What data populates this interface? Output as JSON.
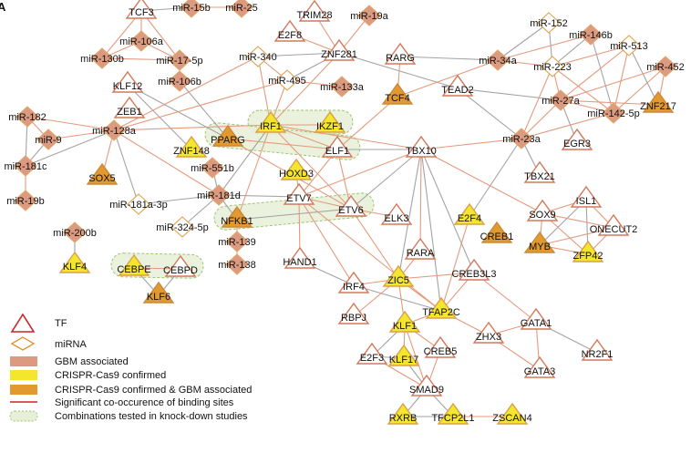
{
  "panel_label": "A",
  "colors": {
    "gbm": "#dc9a80",
    "crispr": "#f4e62c",
    "both": "#e2992f",
    "tf_stroke": "#d3785a",
    "mirna_stroke": "#e0a24a",
    "edge_significant": "#e49a7c",
    "edge_other": "#a3a3a3",
    "group_fill": "#e6f0d8",
    "group_stroke": "#9cc46e"
  },
  "nodes": [
    {
      "name": "TCF3",
      "type": "TF",
      "status": "none"
    },
    {
      "name": "miR-15b",
      "type": "miRNA",
      "status": "gbm"
    },
    {
      "name": "miR-25",
      "type": "miRNA",
      "status": "gbm"
    },
    {
      "name": "TRIM28",
      "type": "TF",
      "status": "none"
    },
    {
      "name": "miR-19a",
      "type": "miRNA",
      "status": "gbm"
    },
    {
      "name": "E2F8",
      "type": "TF",
      "status": "none"
    },
    {
      "name": "ZNF281",
      "type": "TF",
      "status": "none"
    },
    {
      "name": "miR-106a",
      "type": "miRNA",
      "status": "gbm"
    },
    {
      "name": "miR-130b",
      "type": "miRNA",
      "status": "gbm"
    },
    {
      "name": "miR-17-5p",
      "type": "miRNA",
      "status": "gbm"
    },
    {
      "name": "miR-340",
      "type": "miRNA",
      "status": "none"
    },
    {
      "name": "miR-106b",
      "type": "miRNA",
      "status": "gbm"
    },
    {
      "name": "miR-495",
      "type": "miRNA",
      "status": "none"
    },
    {
      "name": "miR-133a",
      "type": "miRNA",
      "status": "gbm"
    },
    {
      "name": "KLF12",
      "type": "TF",
      "status": "none"
    },
    {
      "name": "ZEB1",
      "type": "TF",
      "status": "none"
    },
    {
      "name": "miR-182",
      "type": "miRNA",
      "status": "gbm"
    },
    {
      "name": "miR-128a",
      "type": "miRNA",
      "status": "gbm"
    },
    {
      "name": "miR-9",
      "type": "miRNA",
      "status": "gbm"
    },
    {
      "name": "miR-181c",
      "type": "miRNA",
      "status": "gbm"
    },
    {
      "name": "SOX5",
      "type": "TF",
      "status": "both"
    },
    {
      "name": "miR-19b",
      "type": "miRNA",
      "status": "gbm"
    },
    {
      "name": "ZNF148",
      "type": "TF",
      "status": "crispr"
    },
    {
      "name": "PPARG",
      "type": "TF",
      "status": "both"
    },
    {
      "name": "IRF1",
      "type": "TF",
      "status": "crispr"
    },
    {
      "name": "IKZF1",
      "type": "TF",
      "status": "crispr"
    },
    {
      "name": "ELF1",
      "type": "TF",
      "status": "none"
    },
    {
      "name": "HOXD3",
      "type": "TF",
      "status": "crispr"
    },
    {
      "name": "miR-551b",
      "type": "miRNA",
      "status": "gbm"
    },
    {
      "name": "miR-181d",
      "type": "miRNA",
      "status": "gbm"
    },
    {
      "name": "ETV7",
      "type": "TF",
      "status": "none"
    },
    {
      "name": "miR-181a-3p",
      "type": "miRNA",
      "status": "none"
    },
    {
      "name": "NFKB1",
      "type": "TF",
      "status": "both"
    },
    {
      "name": "ETV6",
      "type": "TF",
      "status": "none"
    },
    {
      "name": "miR-324-5p",
      "type": "miRNA",
      "status": "none"
    },
    {
      "name": "ELK3",
      "type": "TF",
      "status": "none"
    },
    {
      "name": "miR-139",
      "type": "miRNA",
      "status": "gbm"
    },
    {
      "name": "miR-138",
      "type": "miRNA",
      "status": "gbm"
    },
    {
      "name": "HAND1",
      "type": "TF",
      "status": "none"
    },
    {
      "name": "miR-200b",
      "type": "miRNA",
      "status": "gbm"
    },
    {
      "name": "KLF4",
      "type": "TF",
      "status": "crispr"
    },
    {
      "name": "CEBPE",
      "type": "TF",
      "status": "crispr"
    },
    {
      "name": "CEBPD",
      "type": "TF",
      "status": "none"
    },
    {
      "name": "KLF6",
      "type": "TF",
      "status": "both"
    },
    {
      "name": "RARG",
      "type": "TF",
      "status": "none"
    },
    {
      "name": "TCF4",
      "type": "TF",
      "status": "both"
    },
    {
      "name": "miR-34a",
      "type": "miRNA",
      "status": "gbm"
    },
    {
      "name": "miR-152",
      "type": "miRNA",
      "status": "none"
    },
    {
      "name": "miR-146b",
      "type": "miRNA",
      "status": "gbm"
    },
    {
      "name": "miR-513",
      "type": "miRNA",
      "status": "none"
    },
    {
      "name": "miR-223",
      "type": "miRNA",
      "status": "none"
    },
    {
      "name": "miR-452",
      "type": "miRNA",
      "status": "gbm"
    },
    {
      "name": "TEAD2",
      "type": "TF",
      "status": "none"
    },
    {
      "name": "miR-27a",
      "type": "miRNA",
      "status": "gbm"
    },
    {
      "name": "miR-142-5p",
      "type": "miRNA",
      "status": "gbm"
    },
    {
      "name": "ZNF217",
      "type": "TF",
      "status": "both"
    },
    {
      "name": "miR-23a",
      "type": "miRNA",
      "status": "gbm"
    },
    {
      "name": "EGR3",
      "type": "TF",
      "status": "none"
    },
    {
      "name": "TBX10",
      "type": "TF",
      "status": "none"
    },
    {
      "name": "TBX21",
      "type": "TF",
      "status": "none"
    },
    {
      "name": "SOX9",
      "type": "TF",
      "status": "none"
    },
    {
      "name": "ISL1",
      "type": "TF",
      "status": "none"
    },
    {
      "name": "ONECUT2",
      "type": "TF",
      "status": "none"
    },
    {
      "name": "E2F4",
      "type": "TF",
      "status": "crispr"
    },
    {
      "name": "CREB1",
      "type": "TF",
      "status": "both"
    },
    {
      "name": "MYB",
      "type": "TF",
      "status": "both"
    },
    {
      "name": "ZFP42",
      "type": "TF",
      "status": "crispr"
    },
    {
      "name": "RARA",
      "type": "TF",
      "status": "none"
    },
    {
      "name": "ZIC5",
      "type": "TF",
      "status": "crispr"
    },
    {
      "name": "CREB3L3",
      "type": "TF",
      "status": "none"
    },
    {
      "name": "IRF4",
      "type": "TF",
      "status": "none"
    },
    {
      "name": "TFAP2C",
      "type": "TF",
      "status": "crispr"
    },
    {
      "name": "RBPJ",
      "type": "TF",
      "status": "none"
    },
    {
      "name": "KLF1",
      "type": "TF",
      "status": "crispr"
    },
    {
      "name": "ZHX3",
      "type": "TF",
      "status": "none"
    },
    {
      "name": "GATA1",
      "type": "TF",
      "status": "none"
    },
    {
      "name": "NR2F1",
      "type": "TF",
      "status": "none"
    },
    {
      "name": "CREB5",
      "type": "TF",
      "status": "none"
    },
    {
      "name": "E2F3",
      "type": "TF",
      "status": "none"
    },
    {
      "name": "KLF17",
      "type": "TF",
      "status": "crispr"
    },
    {
      "name": "GATA3",
      "type": "TF",
      "status": "none"
    },
    {
      "name": "SMAD9",
      "type": "TF",
      "status": "none"
    },
    {
      "name": "RXRB",
      "type": "TF",
      "status": "crispr"
    },
    {
      "name": "TFCP2L1",
      "type": "TF",
      "status": "crispr"
    },
    {
      "name": "ZSCAN4",
      "type": "TF",
      "status": "crispr"
    }
  ],
  "edges_significant": [
    [
      "miR-15b",
      "miR-25"
    ],
    [
      "TCF3",
      "miR-106a"
    ],
    [
      "TCF3",
      "miR-130b"
    ],
    [
      "TCF3",
      "miR-17-5p"
    ],
    [
      "miR-106a",
      "miR-130b"
    ],
    [
      "miR-106a",
      "miR-17-5p"
    ],
    [
      "miR-130b",
      "miR-17-5p"
    ],
    [
      "miR-17-5p",
      "miR-106b"
    ],
    [
      "TRIM28",
      "ZNF281"
    ],
    [
      "E2F8",
      "ZNF281"
    ],
    [
      "miR-19a",
      "ZNF281"
    ],
    [
      "miR-340",
      "miR-128a"
    ],
    [
      "miR-340",
      "IRF1"
    ],
    [
      "miR-340",
      "miR-495"
    ],
    [
      "miR-495",
      "miR-128a"
    ],
    [
      "miR-495",
      "IRF1"
    ],
    [
      "miR-495",
      "miR-133a"
    ],
    [
      "ZNF281",
      "IRF1"
    ],
    [
      "miR-128a",
      "IRF1"
    ],
    [
      "miR-128a",
      "miR-182"
    ],
    [
      "miR-128a",
      "miR-9"
    ],
    [
      "miR-128a",
      "SOX5"
    ],
    [
      "miR-128a",
      "miR-181d"
    ],
    [
      "miR-182",
      "miR-9"
    ],
    [
      "miR-181c",
      "miR-19b"
    ],
    [
      "PPARG",
      "ELF1"
    ],
    [
      "PPARG",
      "ETV6"
    ],
    [
      "IRF1",
      "IKZF1"
    ],
    [
      "IRF1",
      "ELF1"
    ],
    [
      "IRF1",
      "NFKB1"
    ],
    [
      "IRF1",
      "ETV6"
    ],
    [
      "IRF1",
      "TBX10"
    ],
    [
      "NFKB1",
      "miR-139"
    ],
    [
      "miR-139",
      "miR-138"
    ],
    [
      "ELF1",
      "ETV7"
    ],
    [
      "ELF1",
      "ETV6"
    ],
    [
      "ELF1",
      "TCF4"
    ],
    [
      "ETV7",
      "HOXD3"
    ],
    [
      "ETV7",
      "TBX10"
    ],
    [
      "ETV7",
      "ETV6"
    ],
    [
      "ETV7",
      "HAND1"
    ],
    [
      "ETV7",
      "IRF4"
    ],
    [
      "ETV7",
      "TFAP2C"
    ],
    [
      "ETV6",
      "ELK3"
    ],
    [
      "ETV6",
      "ZIC5"
    ],
    [
      "CEBPE",
      "CEBPD"
    ],
    [
      "RARG",
      "TCF4"
    ],
    [
      "TCF4",
      "miR-34a"
    ],
    [
      "miR-34a",
      "miR-146b"
    ],
    [
      "miR-34a",
      "miR-223"
    ],
    [
      "miR-513",
      "miR-223"
    ],
    [
      "miR-513",
      "miR-27a"
    ],
    [
      "miR-513",
      "miR-142-5p"
    ],
    [
      "miR-452",
      "miR-27a"
    ],
    [
      "miR-452",
      "ZNF217"
    ],
    [
      "miR-452",
      "miR-142-5p"
    ],
    [
      "miR-223",
      "miR-27a"
    ],
    [
      "miR-223",
      "miR-142-5p"
    ],
    [
      "miR-223",
      "miR-23a"
    ],
    [
      "miR-27a",
      "ZNF217"
    ],
    [
      "miR-27a",
      "miR-142-5p"
    ],
    [
      "miR-27a",
      "miR-23a"
    ],
    [
      "miR-142-5p",
      "miR-23a"
    ],
    [
      "miR-23a",
      "TBX10"
    ],
    [
      "TBX10",
      "SOX9"
    ],
    [
      "TBX10",
      "RARA"
    ],
    [
      "SOX9",
      "ISL1"
    ],
    [
      "SOX9",
      "ONECUT2"
    ],
    [
      "SOX9",
      "MYB"
    ],
    [
      "SOX9",
      "ZFP42"
    ],
    [
      "ISL1",
      "ONECUT2"
    ],
    [
      "ONECUT2",
      "MYB"
    ],
    [
      "ONECUT2",
      "ZFP42"
    ],
    [
      "MYB",
      "ZFP42"
    ],
    [
      "E2F4",
      "TFAP2C"
    ],
    [
      "CREB3L3",
      "ZIC5"
    ],
    [
      "ZIC5",
      "IRF4"
    ],
    [
      "ZIC5",
      "RARA"
    ],
    [
      "ZIC5",
      "RBPJ"
    ],
    [
      "ZIC5",
      "KLF1"
    ],
    [
      "ZIC5",
      "TFAP2C"
    ],
    [
      "CREB3L3",
      "TFAP2C"
    ],
    [
      "CREB3L3",
      "GATA1"
    ],
    [
      "TFAP2C",
      "KLF1"
    ],
    [
      "TFAP2C",
      "ZHX3"
    ],
    [
      "ZHX3",
      "GATA1"
    ],
    [
      "ZHX3",
      "GATA3"
    ],
    [
      "GATA1",
      "GATA3"
    ],
    [
      "KLF1",
      "KLF17"
    ],
    [
      "KLF1",
      "CREB5"
    ],
    [
      "KLF1",
      "SMAD9"
    ],
    [
      "E2F3",
      "SMAD9"
    ],
    [
      "CREB5",
      "SMAD9"
    ],
    [
      "TFCP2L1",
      "ZSCAN4"
    ]
  ],
  "edges_other": [
    [
      "TCF3",
      "miR-15b"
    ],
    [
      "miR-340",
      "ZNF281"
    ],
    [
      "miR-495",
      "ZNF281"
    ],
    [
      "ZNF281",
      "TEAD2"
    ],
    [
      "miR-106b",
      "PPARG"
    ],
    [
      "KLF12",
      "PPARG"
    ],
    [
      "KLF12",
      "ZNF148"
    ],
    [
      "miR-128a",
      "miR-181c"
    ],
    [
      "miR-128a",
      "miR-181a-3p"
    ],
    [
      "miR-182",
      "miR-181c"
    ],
    [
      "miR-9",
      "miR-181c"
    ],
    [
      "IRF1",
      "miR-181d"
    ],
    [
      "miR-551b",
      "miR-181d"
    ],
    [
      "miR-181d",
      "ETV7"
    ],
    [
      "miR-181d",
      "miR-181a-3p"
    ],
    [
      "miR-181d",
      "NFKB1"
    ],
    [
      "miR-181d",
      "miR-324-5p"
    ],
    [
      "NFKB1",
      "ETV6"
    ],
    [
      "ELF1",
      "TBX10"
    ],
    [
      "ETV6",
      "TBX10"
    ],
    [
      "HAND1",
      "IRF4"
    ],
    [
      "miR-200b",
      "KLF4"
    ],
    [
      "CEBPE",
      "KLF6"
    ],
    [
      "CEBPD",
      "KLF6"
    ],
    [
      "RARG",
      "miR-34a"
    ],
    [
      "miR-34a",
      "miR-152"
    ],
    [
      "miR-152",
      "miR-223"
    ],
    [
      "miR-146b",
      "miR-223"
    ],
    [
      "miR-146b",
      "miR-142-5p"
    ],
    [
      "miR-513",
      "ZNF217"
    ],
    [
      "miR-27a",
      "EGR3"
    ],
    [
      "TEAD2",
      "miR-27a"
    ],
    [
      "TEAD2",
      "miR-23a"
    ],
    [
      "miR-23a",
      "TBX21"
    ],
    [
      "miR-23a",
      "E2F4"
    ],
    [
      "TBX10",
      "ZIC5"
    ],
    [
      "TBX10",
      "TFAP2C"
    ],
    [
      "TBX10",
      "CREB3L3"
    ],
    [
      "ISL1",
      "MYB"
    ],
    [
      "ISL1",
      "ZFP42"
    ],
    [
      "IRF4",
      "TFAP2C"
    ],
    [
      "GATA1",
      "NR2F1"
    ],
    [
      "KLF1",
      "E2F3"
    ],
    [
      "E2F3",
      "KLF17"
    ],
    [
      "KLF17",
      "SMAD9"
    ],
    [
      "SMAD9",
      "RXRB"
    ],
    [
      "SMAD9",
      "TFCP2L1"
    ],
    [
      "RXRB",
      "TFCP2L1"
    ]
  ],
  "knockdown_groups": [
    [
      "IRF1",
      "IKZF1"
    ],
    [
      "PPARG",
      "ELF1"
    ],
    [
      "NFKB1",
      "ETV6"
    ],
    [
      "CEBPE",
      "CEBPD"
    ]
  ],
  "legend": {
    "tf": "TF",
    "mirna": "miRNA",
    "gbm": "GBM associated",
    "crispr": "CRISPR-Cas9 confirmed",
    "both": "CRISPR-Cas9 confirmed & GBM associated",
    "significant": "Significant co-occurence of binding sites",
    "combinations": "Combinations tested in knock-down studies"
  }
}
